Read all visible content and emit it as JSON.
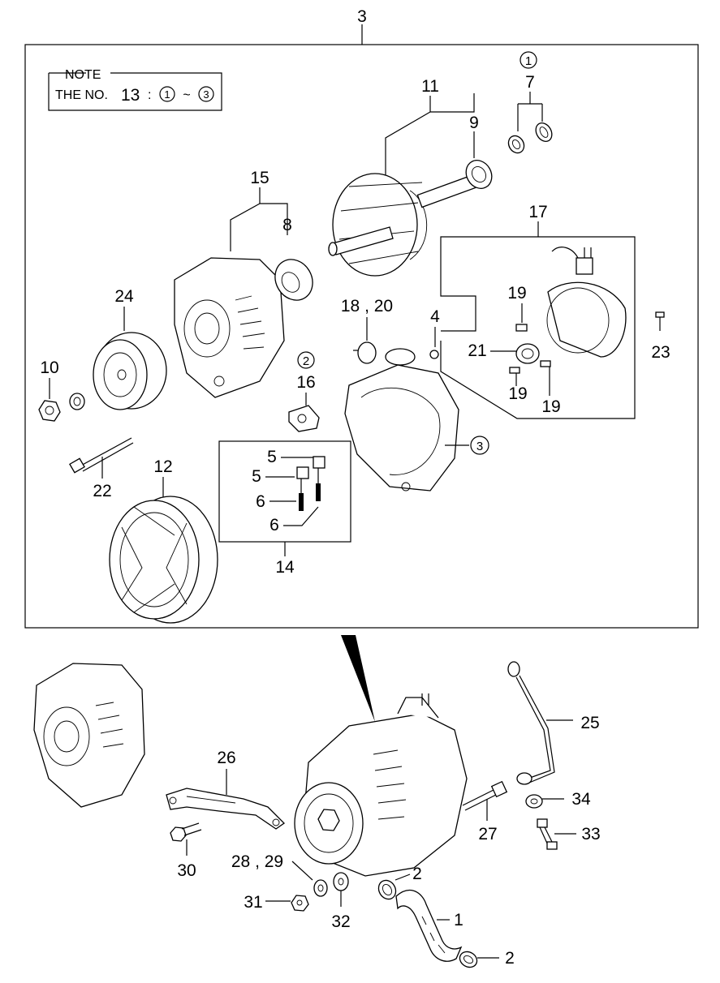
{
  "note": {
    "heading": "NOTE",
    "text_prefix": "THE NO.",
    "text_number": "13",
    "text_colon": ":",
    "range_start": "1",
    "range_sep": "~",
    "range_end": "3"
  },
  "labels": {
    "l3_top": "3",
    "l1_circ": "1",
    "l7": "7",
    "l11": "11",
    "l9": "9",
    "l15": "15",
    "l8": "8",
    "l17": "17",
    "l24": "24",
    "l18_20": "18 , 20",
    "l4": "4",
    "l19_a": "19",
    "l21": "21",
    "l19_b": "19",
    "l19_c": "19",
    "l23": "23",
    "l10": "10",
    "l2_circ": "2",
    "l16": "16",
    "l3_circ": "3",
    "l22": "22",
    "l12": "12",
    "l5_a": "5",
    "l5_b": "5",
    "l6_a": "6",
    "l6_b": "6",
    "l14": "14",
    "l25": "25",
    "l26": "26",
    "l34": "34",
    "l27": "27",
    "l33": "33",
    "l30": "30",
    "l28_29": "28 , 29",
    "l2_a": "2",
    "l31": "31",
    "l32": "32",
    "l1": "1",
    "l2_b": "2"
  }
}
